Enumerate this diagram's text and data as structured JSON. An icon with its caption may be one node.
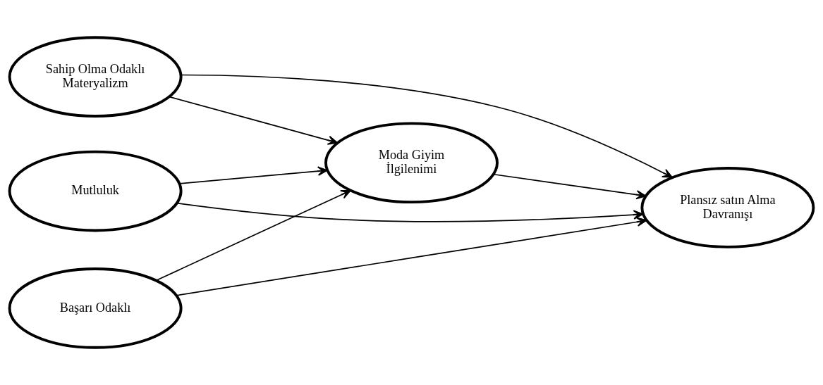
{
  "diagram": {
    "nodes": [
      {
        "text": [
          "Moda Giyim İlgilenimi"
        ]
      },
      {
        "text": [
          "Sahip Olma Odaklı Materyalizm"
        ]
      },
      {
        "text": [
          "Mutluluk"
        ]
      },
      {
        "text": [
          "Plansız satın Alma Davranışı"
        ]
      },
      {
        "text": [
          "Başarı Odaklı"
        ]
      }
    ],
    "edges": [
      {
        "from": 1,
        "to": 0,
        "arrow": "to"
      },
      {
        "from": 1,
        "to": 3,
        "arrow": "to"
      },
      {
        "from": 2,
        "to": 0,
        "arrow": "to"
      },
      {
        "from": 2,
        "to": 3,
        "arrow": "to"
      },
      {
        "from": 4,
        "to": 0,
        "arrow": "to"
      },
      {
        "from": 4,
        "to": 3,
        "arrow": "to"
      },
      {
        "from": 0,
        "to": 3,
        "arrow": "to"
      }
    ]
  }
}
